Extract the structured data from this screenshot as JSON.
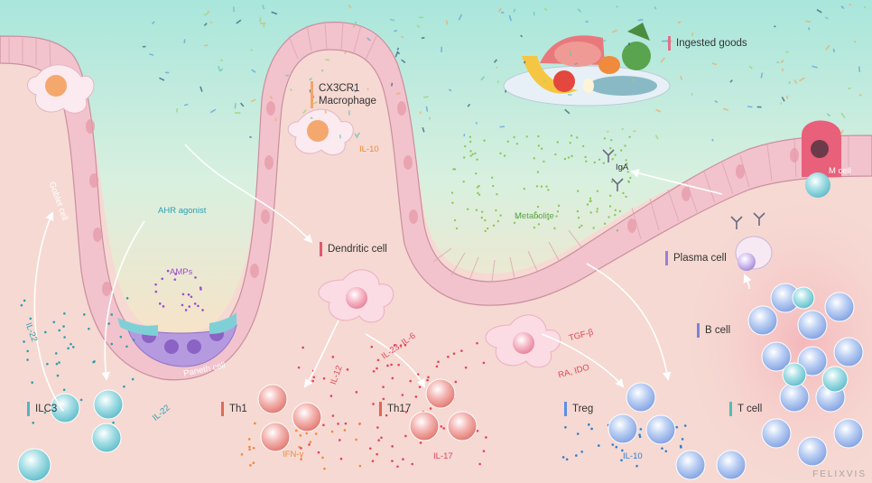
{
  "labels": {
    "ingested_goods": "Ingested goods",
    "cx3cr1_line1": "CX3CR1",
    "cx3cr1_line2": "Macrophage",
    "dendritic_cell": "Dendritic cell",
    "plasma_cell": "Plasma cell",
    "m_cell": "M cell",
    "b_cell": "B cell",
    "t_cell": "T cell",
    "ilc3": "ILC3",
    "th1": "Th1",
    "th17": "Th17",
    "treg": "Treg",
    "goblet_cell": "Goblet cell",
    "paneth_cell": "Paneth cell"
  },
  "annotations": {
    "il10_top": "IL-10",
    "ahr_agonist": "AHR agonist",
    "amps": "AMPs",
    "metabolite": "Metabolite",
    "iga": "IgA",
    "il22_left": "IL-22",
    "il22_bottom": "IL-22",
    "il12": "IL-12",
    "il23_il6": "IL-23, IL-6",
    "tgf_beta": "TGF-β",
    "ra_ido": "RA, IDO",
    "ifn_gamma": "IFN-γ",
    "il17": "IL-17",
    "il10_bottom": "IL-10"
  },
  "brand": "FELIXVIS",
  "colors": {
    "lumen": "#bfe8de",
    "epithelium": "#f3c6cf",
    "lamina": "#f6d9d2",
    "macrophage_bar": "#f3a76a",
    "dendritic_bar": "#e05a6b",
    "plasma_bar": "#9a7fd6",
    "bcell_bar": "#7b83d8",
    "tcell_bar": "#4fbfb0",
    "ilc3_bar": "#4fb7c7",
    "th1_bar": "#e06b5a",
    "th17_bar": "#e0655a",
    "treg_bar": "#5c8fe6"
  }
}
